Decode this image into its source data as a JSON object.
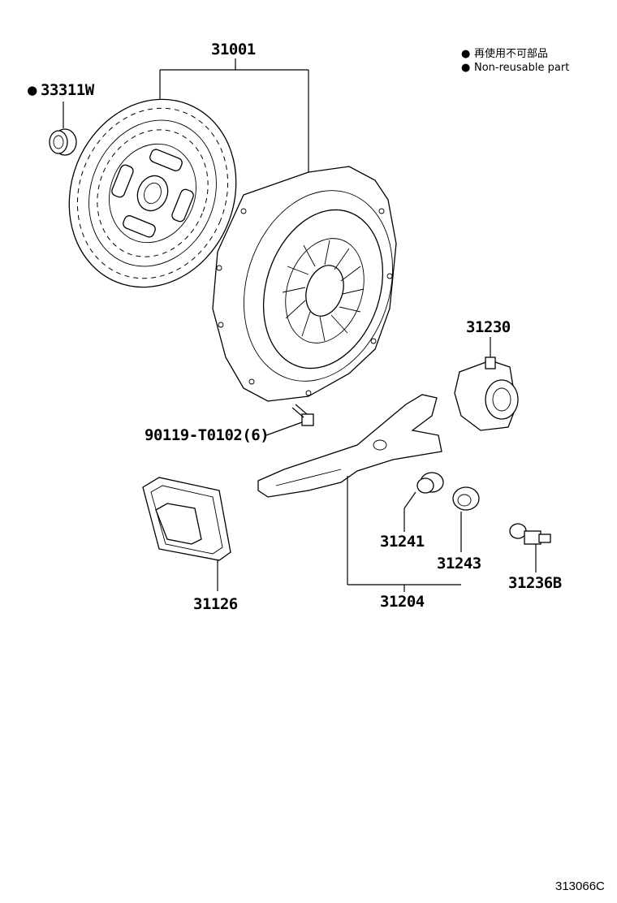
{
  "legend": {
    "marker": "●",
    "line_jp": "再使用不可部品",
    "line_en": "Non-reusable part"
  },
  "parts": {
    "bearing_pilot": "33311W",
    "bearing_pilot_marker": "●",
    "clutch_disc_cover_set": "31001",
    "release_bearing": "31230",
    "bolt": "90119-T0102(6)",
    "boot": "31126",
    "fork_boot": "31241",
    "fork_retainer": "31243",
    "fork_sub_assy": "31204",
    "fork_support": "31236B"
  },
  "figure_code": "313066C"
}
